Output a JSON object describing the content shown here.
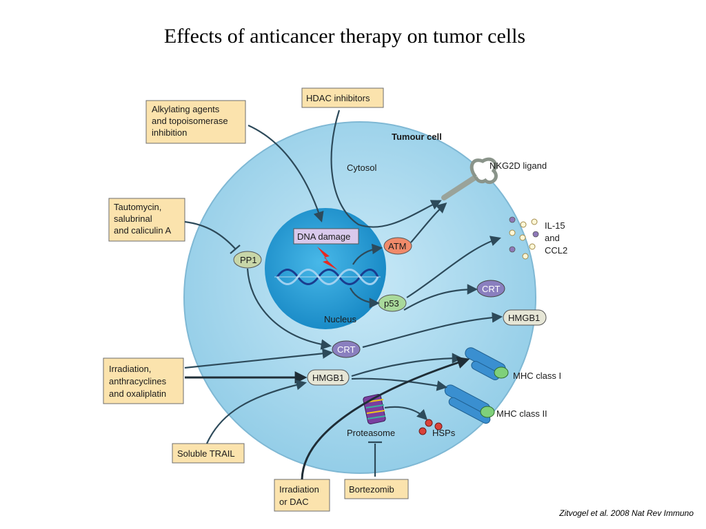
{
  "slide": {
    "title": "Effects of anticancer therapy on tumor cells",
    "citation": "Zitvogel et al. 2008 Nat Rev Immuno"
  },
  "diagram": {
    "cell_label": "Tumour cell",
    "cytosol_label": "Cytosol",
    "nucleus_label": "Nucleus",
    "dna_damage": "DNA damage",
    "atm": "ATM",
    "p53": "p53",
    "pp1": "PP1",
    "crt_inner": "CRT",
    "crt_surface": "CRT",
    "hmgb1_inner": "HMGB1",
    "hmgb1_outer": "HMGB1",
    "proteasome": "Proteasome",
    "hsps": "HSPs",
    "nkg2d": "NKG2D ligand",
    "il15": [
      "IL-15",
      "and",
      "CCL2"
    ],
    "mhc1": "MHC class I",
    "mhc2": "MHC class II",
    "boxes": {
      "alkylating": [
        "Alkylating agents",
        "and topoisomerase",
        "inhibition"
      ],
      "hdac": [
        "HDAC inhibitors"
      ],
      "tautomycin": [
        "Tautomycin,",
        "salubrinal",
        "and caliculin A"
      ],
      "irradiation": [
        "Irradiation,",
        "anthracyclines",
        "and oxaliplatin"
      ],
      "trail": [
        "Soluble TRAIL"
      ],
      "irradiation_dac": [
        "Irradiation",
        "or DAC"
      ],
      "bortezomib": [
        "Bortezomib"
      ]
    },
    "colors": {
      "cell_fill": "#a9d8ee",
      "nucleus_fill": "#1f9fd9",
      "box_fill": "#fbe3ad",
      "atm_fill": "#f08a6a",
      "p53_fill": "#a9d99a",
      "pp1_fill": "#c8d6a8",
      "crt_fill": "#8a7fbf",
      "hmgb1_fill": "#e6e6d6"
    }
  }
}
